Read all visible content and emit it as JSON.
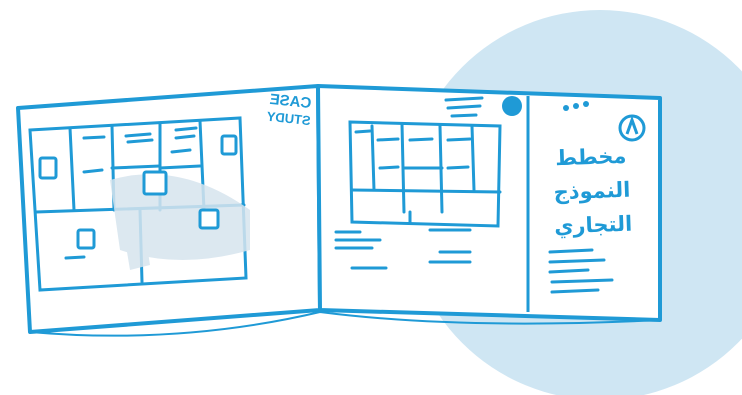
{
  "illustration": {
    "left_page_label_line1": "CASE",
    "left_page_label_line2": "STUDY",
    "right_page_title_line1": "مخطط النموذج",
    "right_page_title_line2": "التجاري",
    "colors": {
      "stroke": "#1f9ad6",
      "circle_fill": "#cfe6f3",
      "sheet_fill": "#ffffff",
      "shade": "#d7e4ee"
    },
    "icon_names": [
      "book-illustration",
      "canvas-grid",
      "sticky-note-icon",
      "compass-icon",
      "blob-circle"
    ]
  }
}
